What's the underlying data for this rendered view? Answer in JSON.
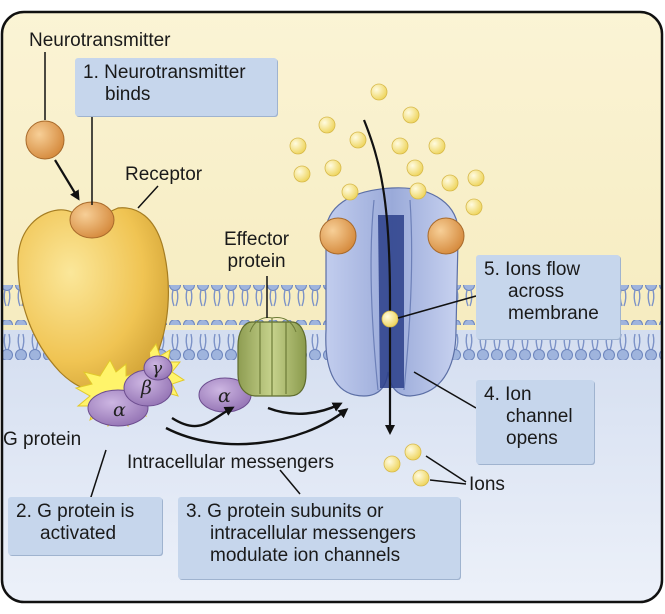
{
  "labels": {
    "neurotransmitter": "Neurotransmitter",
    "receptor": "Receptor",
    "effector_protein": [
      "Effector",
      "protein"
    ],
    "g_protein": "G protein",
    "intracellular_messengers": "Intracellular messengers",
    "ions": "Ions"
  },
  "greek": {
    "alpha": "α",
    "beta": "β",
    "gamma": "γ"
  },
  "steps": [
    {
      "lines": [
        "1. Neurotransmitter",
        "binds"
      ]
    },
    {
      "lines": [
        "2. G protein is",
        "activated"
      ]
    },
    {
      "lines": [
        "3. G protein subunits or",
        "intracellular messengers",
        "modulate ion channels"
      ]
    },
    {
      "lines": [
        "4. Ion",
        "channel",
        "opens"
      ]
    },
    {
      "lines": [
        "5. Ions flow",
        "across",
        "membrane"
      ]
    }
  ],
  "colors": {
    "extracellular": "#fbf3cf",
    "intracellular": "#dde6f3",
    "receptor": "#f2c85a",
    "neurotransmitter": "#e7a058",
    "g_protein": "#a888c4",
    "effector": "#a7b56a",
    "channel": "#a8b8e2",
    "ion": "#f5e27a",
    "step_box": "#c6d6ec"
  }
}
